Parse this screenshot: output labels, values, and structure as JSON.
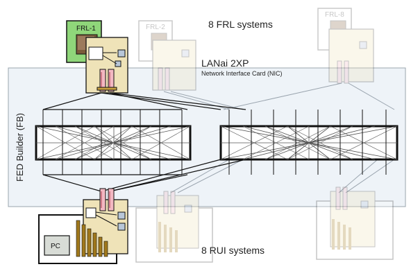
{
  "labels": {
    "frl_systems": "8 FRL systems",
    "nic_title": "LANai 2XP",
    "nic_subtitle": "Network Interface Card (NIC)",
    "fed_builder": "FED Builder (FB)",
    "rui_systems": "8 RUI systems",
    "pc": "PC"
  },
  "frl_cards": [
    {
      "label": "FRL-1",
      "state": "active"
    },
    {
      "label": "FRL-2",
      "state": "faded"
    },
    {
      "label": "FRL-8",
      "state": "faded"
    }
  ],
  "colors": {
    "frl_active": "#8fd67a",
    "board": "#efe3b8",
    "nic_slot": "#f3b8c2",
    "chip": "#b8c6d8",
    "fb_background": "#eef3f8",
    "switch_stroke": "#111111",
    "pc_box": "#d8dcd6",
    "ram_stick": "#a0781c"
  }
}
